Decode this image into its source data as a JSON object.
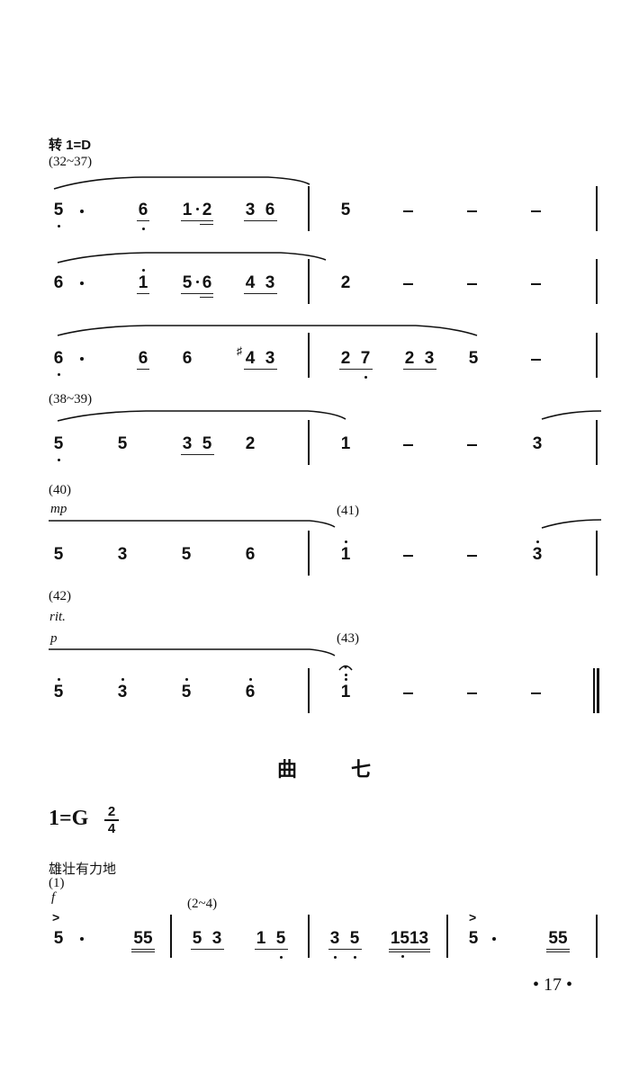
{
  "section1": {
    "key_change": "转 1=D",
    "systems": [
      {
        "measure_range": "(32~37)",
        "bars": [
          [
            "5(low) ·",
            "6(low,8th)",
            "1·2 (8th+16th)",
            "3 6 (8th)"
          ],
          [
            "5",
            "–",
            "–",
            "–"
          ]
        ]
      },
      {
        "bars": [
          [
            "6 ·",
            "1(high,8th)",
            "5·6 (8th+16th)",
            "4 3 (8th)"
          ],
          [
            "2",
            "–",
            "–",
            "–"
          ]
        ]
      },
      {
        "bars": [
          [
            "6(low) ·",
            "6 (8th)",
            "6",
            "#4 3 (8th)"
          ],
          [
            "2 7(low) (8th)",
            "2 3 (8th)",
            "5",
            "–"
          ]
        ]
      },
      {
        "measure_range": "(38~39)",
        "bars": [
          [
            "5(low)",
            "5",
            "3 5 (8th)",
            "2"
          ],
          [
            "1",
            "–",
            "–",
            "3"
          ]
        ]
      },
      {
        "measure_label": "(40)",
        "dynamic": "mp",
        "second_label": "(41)",
        "bars": [
          [
            "5",
            "3",
            "5",
            "6"
          ],
          [
            "1(high)",
            "–",
            "–",
            "3(high)"
          ]
        ]
      },
      {
        "measure_label": "(42)",
        "tempo_mark": "rit.",
        "dynamic": "p",
        "second_label": "(43)",
        "bars": [
          [
            "5(high)",
            "3(high)",
            "5(high)",
            "6(high)"
          ],
          [
            "1(double-high, fermata)",
            "–",
            "–",
            "–"
          ]
        ],
        "ending": "final barline"
      }
    ]
  },
  "section2": {
    "title_left": "曲",
    "title_right": "七",
    "key": "1=G",
    "time_sig_top": "2",
    "time_sig_bottom": "4",
    "expression": "雄壮有力地",
    "measure_label": "(1)",
    "dynamic": "f",
    "repeat_label": "(2~4)",
    "bars": [
      [
        "5(accent) ·",
        "55 (16th)"
      ],
      [
        "5 3 (8th)",
        "1 5(low) (8th)"
      ],
      [
        "3 5 (low, 8th)",
        "1513 (16th, 1 low)"
      ],
      [
        "5(accent) ·",
        "55 (16th)"
      ]
    ]
  },
  "text": {
    "n5": "5",
    "n6": "6",
    "n1": "1",
    "n2": "2",
    "n3": "3",
    "n4": "4",
    "n7": "7",
    "sharp": "♯",
    "fermata": "𝄐",
    "accent": ">",
    "n1513": "1513",
    "n55": "55"
  },
  "page_number": "17"
}
